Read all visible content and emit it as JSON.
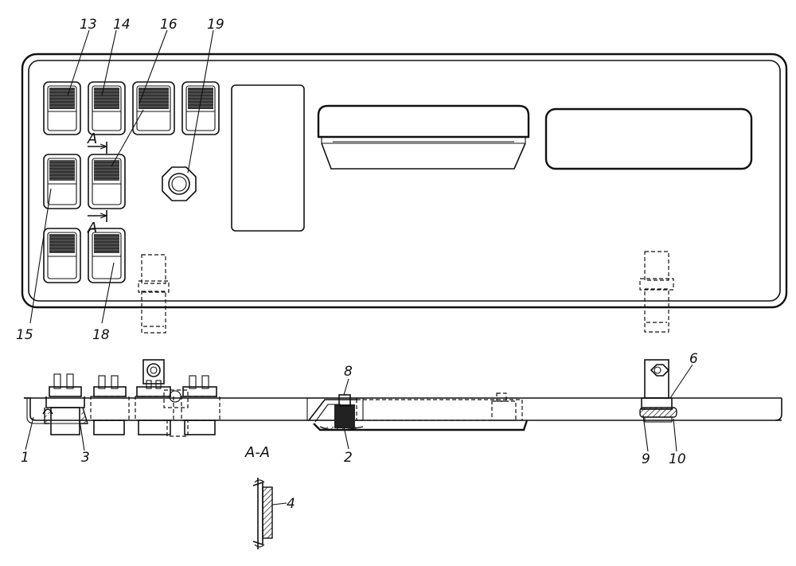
{
  "labels": {
    "l1": "1",
    "l2": "2",
    "l3": "3",
    "l4": "4",
    "l6": "6",
    "l8": "8",
    "l9": "9",
    "l10": "10",
    "l13": "13",
    "l14": "14",
    "l15": "15",
    "l16": "16",
    "l18": "18",
    "l19": "19"
  },
  "section": {
    "marker_top": "A",
    "marker_bottom": "A",
    "title": "A-A"
  }
}
